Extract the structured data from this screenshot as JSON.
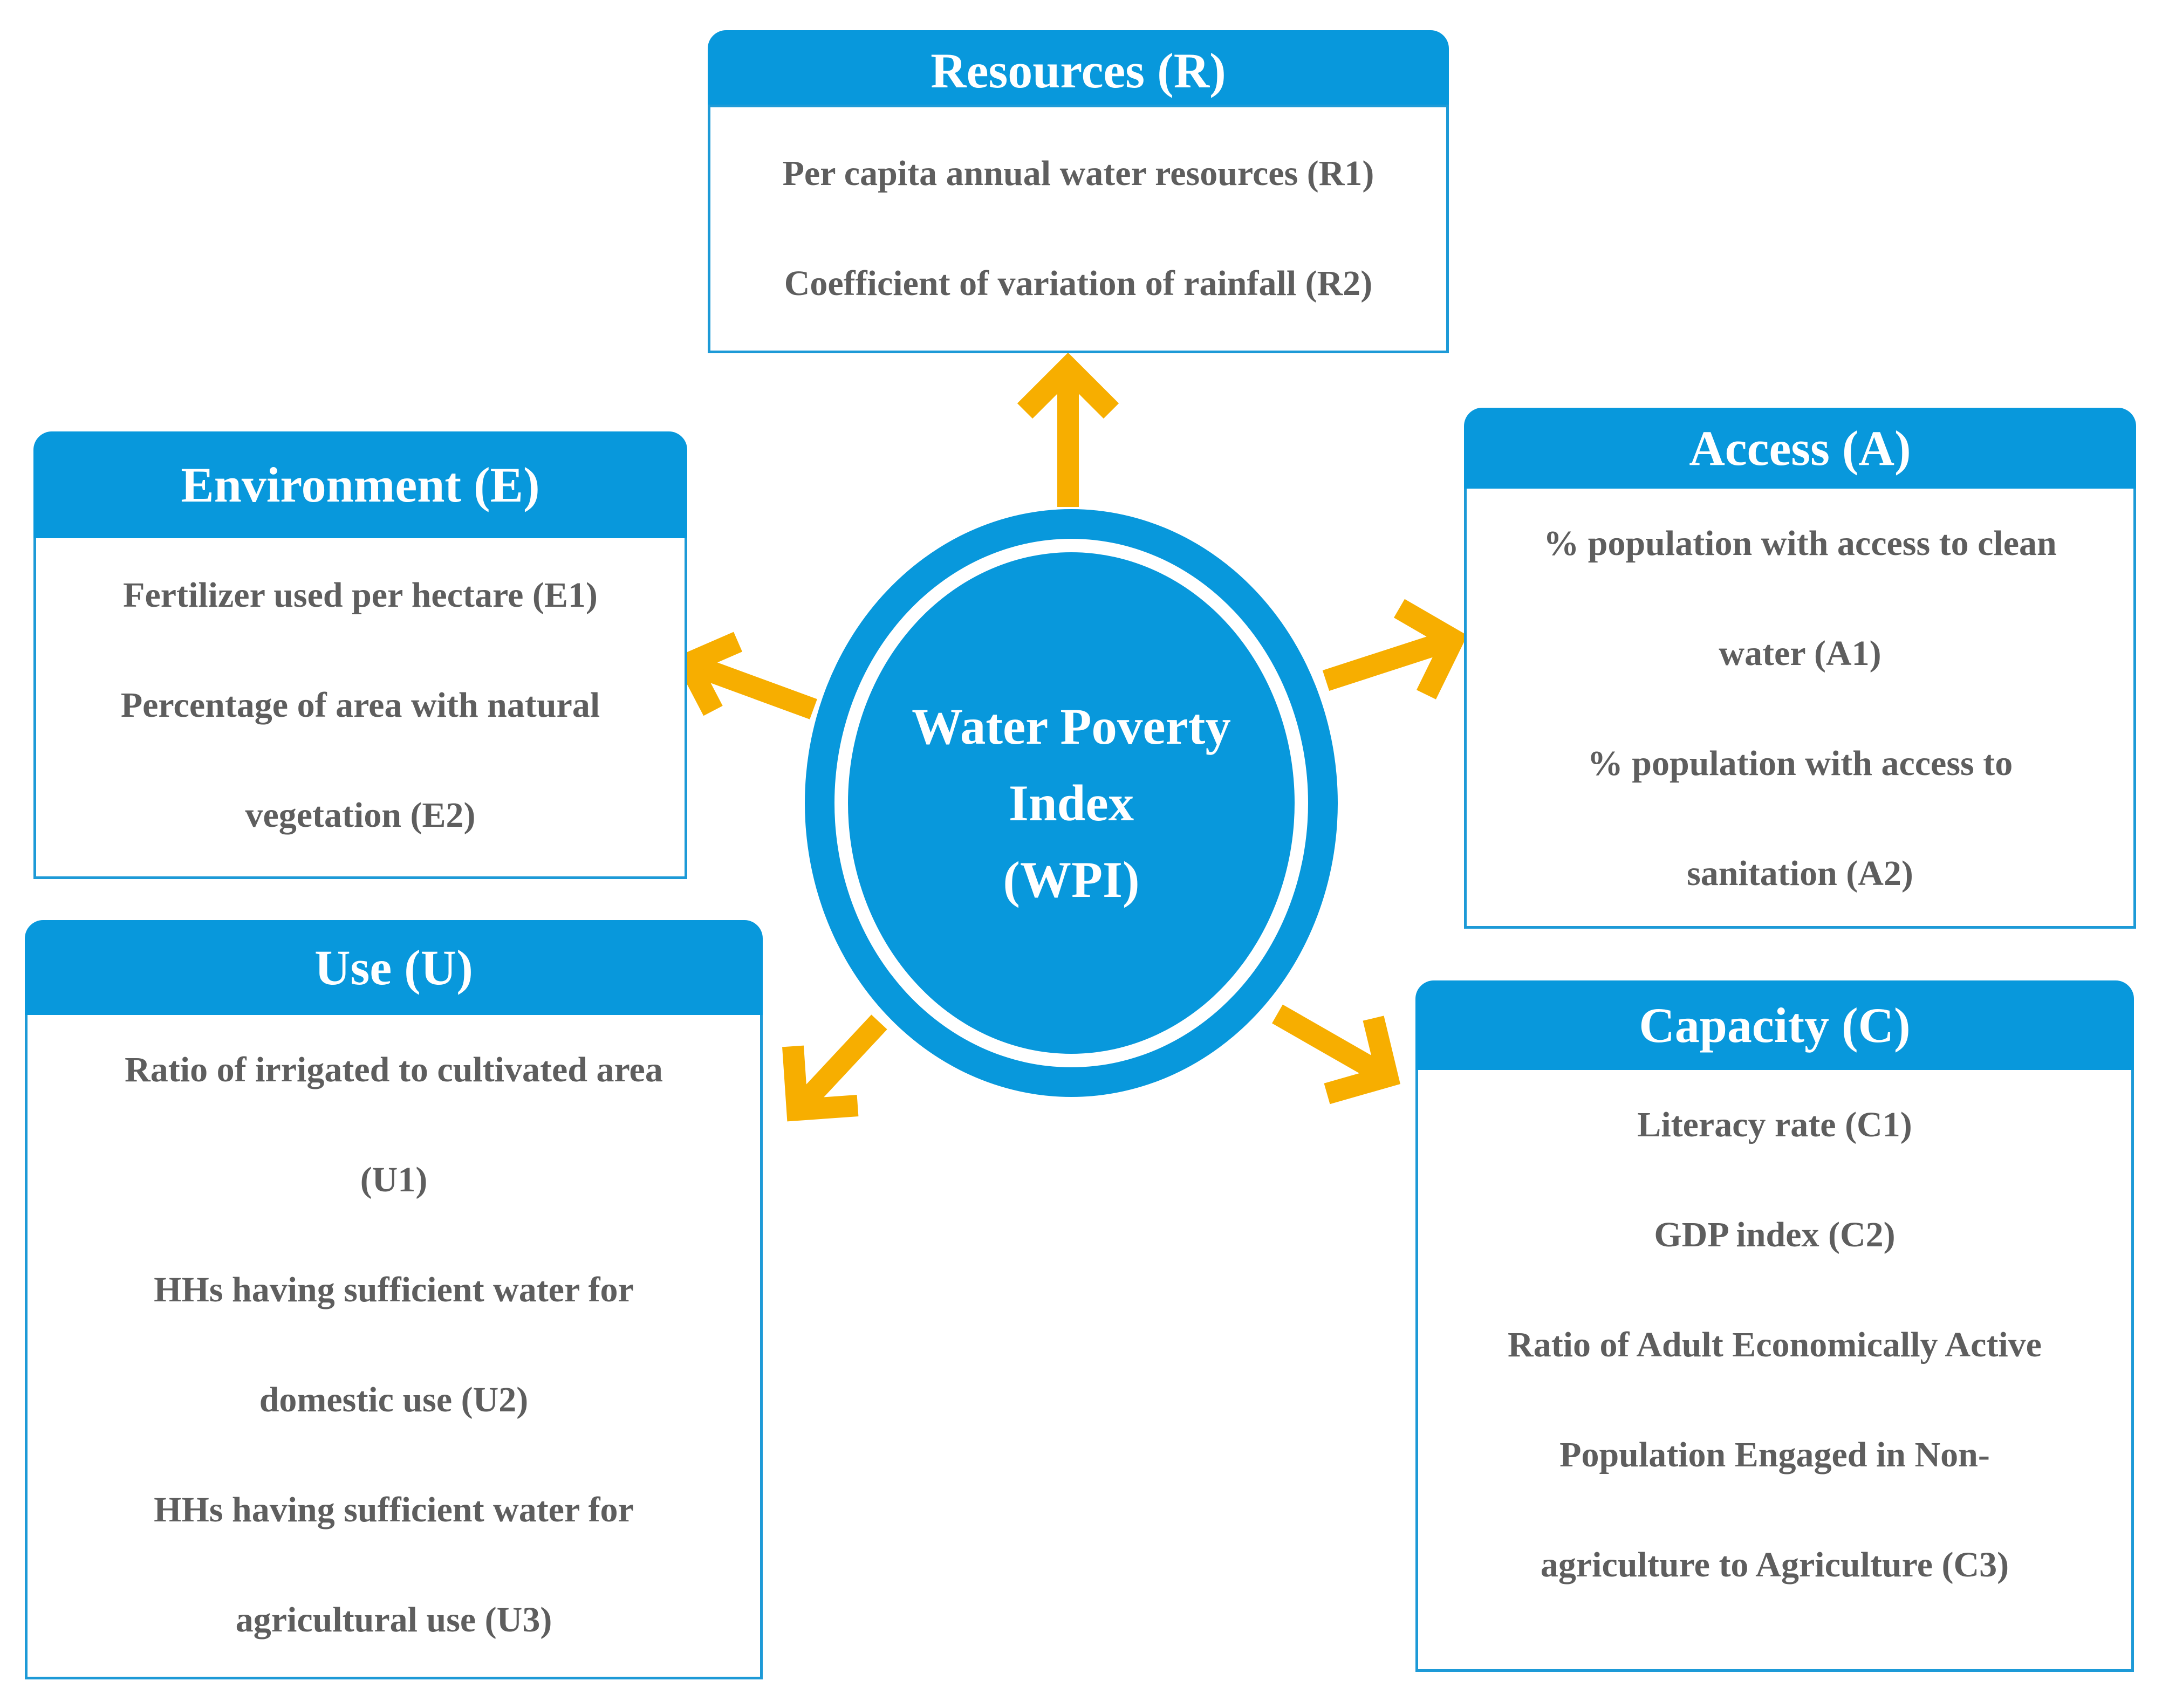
{
  "center": {
    "lines": [
      "Water Poverty",
      "Index",
      "(WPI)"
    ]
  },
  "colors": {
    "primary_blue": "#0898dc",
    "border_blue": "#1d9ad7",
    "arrow_orange": "#f7ae00",
    "text_gray": "#5e5e5e"
  },
  "resources": {
    "title": "Resources (R)",
    "items": [
      "Per capita annual water resources (R1)",
      "Coefficient of variation of rainfall (R2)"
    ]
  },
  "environment": {
    "title": "Environment (E)",
    "lines": [
      "Fertilizer used per hectare (E1)",
      "Percentage of area with natural",
      "vegetation (E2)"
    ]
  },
  "access": {
    "title": "Access (A)",
    "lines": [
      "% population with access to clean",
      "water (A1)",
      "% population with access to",
      "sanitation (A2)"
    ]
  },
  "use": {
    "title": "Use (U)",
    "lines": [
      "Ratio of irrigated to cultivated area",
      "(U1)",
      "HHs having sufficient water for",
      "domestic use (U2)",
      "HHs having sufficient water for",
      "agricultural use (U3)"
    ]
  },
  "capacity": {
    "title": "Capacity (C)",
    "lines": [
      "Literacy rate (C1)",
      "GDP index (C2)",
      "Ratio of Adult Economically Active",
      "Population Engaged in Non-",
      "agriculture to Agriculture (C3)"
    ]
  }
}
